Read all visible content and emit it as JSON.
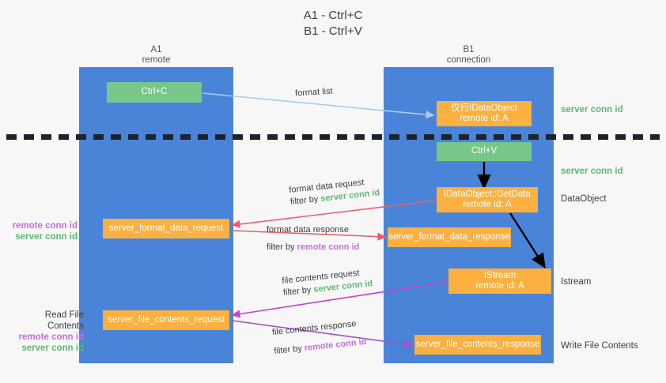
{
  "title": {
    "line1": "A1 - Ctrl+C",
    "line2": "B1 - Ctrl+V"
  },
  "lanes": [
    {
      "name": "A1",
      "sub": "remote"
    },
    {
      "name": "B1",
      "sub": "connection"
    }
  ],
  "boxes": {
    "ctrl_c": {
      "line1": "Ctrl+C",
      "line2": "",
      "color": "#77c68a"
    },
    "idataobject": {
      "line1": "仅行IDataObject",
      "line2": "remote id: A",
      "color": "#fbb040"
    },
    "ctrl_v": {
      "line1": "Ctrl+V",
      "line2": "",
      "color": "#77c68a"
    },
    "getdata": {
      "line1": "IDataObject::GetData",
      "line2": "remote id: A",
      "color": "#fbb040"
    },
    "server_format_data_request": {
      "line1": "server_format_data_request",
      "line2": "",
      "color": "#fbb040"
    },
    "server_format_data_response": {
      "line1": "server_format_data_response",
      "line2": "",
      "color": "#fbb040"
    },
    "istream": {
      "line1": "IStream",
      "line2": "remote id: A",
      "color": "#fbb040"
    },
    "server_file_contents_request": {
      "line1": "server_file_contents_request",
      "line2": "",
      "color": "#fbb040"
    },
    "server_file_contents_response": {
      "line1": "server_file_contents_response",
      "line2": "",
      "color": "#fbb040"
    }
  },
  "annotations": {
    "server_conn_id_top": "server conn id",
    "server_conn_id_mid": "server conn id",
    "dataobject": "DataObject",
    "istream": "Istream",
    "write_file_contents": "Write File Contents",
    "read_file_contents": "Read File Contents",
    "remote_conn_id": "remote conn id",
    "server_conn_id": "server conn id"
  },
  "edge_labels": {
    "format_list": "format list",
    "format_data_request": "format data request",
    "format_data_request_filter_prefix": "filter by ",
    "format_data_request_filter_value": "server conn id",
    "format_data_response": "format data response",
    "format_data_response_filter_prefix": "filter by ",
    "format_data_response_filter_value": "remote conn id",
    "file_contents_request": "file contents request",
    "file_contents_request_filter_prefix": "filter by ",
    "file_contents_request_filter_value": "server conn id",
    "file_contents_response": "file contents response",
    "file_contents_response_filter_prefix": "filter by ",
    "file_contents_response_filter_value": "remote conn id"
  },
  "colors": {
    "lane": "#4a84d8",
    "green_box": "#77c68a",
    "orange_box": "#fbb040",
    "green_text": "#5cb874",
    "purple_text": "#c56fd6",
    "arrow_blue": "#a8cdea",
    "arrow_red": "#e8606a",
    "arrow_magenta": "#c840c8",
    "arrow_purple": "#a352c8",
    "arrow_black": "#000000",
    "background": "#f7f7f7"
  }
}
